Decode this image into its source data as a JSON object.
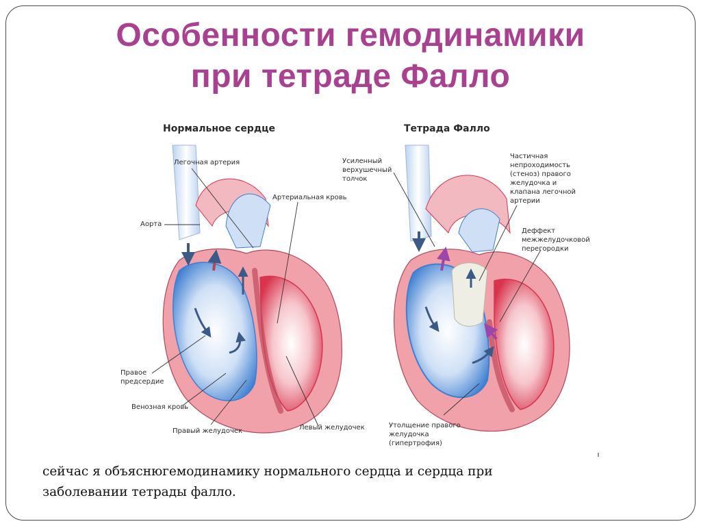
{
  "title": {
    "line1": "Особенности гемодинамики",
    "line2": "при тетраде Фалло"
  },
  "panels": {
    "normal": {
      "heading": "Нормальное сердце",
      "labels": {
        "pulmonary_artery": "Легочная артерия",
        "arterial_blood": "Артериальная кровь",
        "aorta": "Аорта",
        "right_atrium": [
          "Правое",
          "предсердие"
        ],
        "venous_blood": "Венозная кровь",
        "right_ventricle": "Правый желудочек",
        "left_ventricle": "Левый желудочек"
      }
    },
    "tetralogy": {
      "heading": "Тетрада Фалло",
      "labels": {
        "apical_impulse": [
          "Усиленный",
          "верхушечный",
          "толчок"
        ],
        "stenosis": [
          "Частичная",
          "непроходимость",
          "(стеноз) правого",
          "желудочка и",
          "клапана легочной",
          "артерии"
        ],
        "septal_defect": [
          "Деффект",
          "межжелудочковой",
          "перегородки"
        ],
        "hypertrophy": [
          "Утолщение правого",
          "желудочка",
          "(гипертрофия)"
        ]
      }
    }
  },
  "caption": {
    "line1": "сейчас я объяснюгемодинамику нормального сердца и сердца при",
    "line2": "заболевании тетрады фалло."
  },
  "colors": {
    "title": "#a8418f",
    "venous_blue": "#3f7fd0",
    "arterial_red": "#d8344e",
    "muscle_pink": "#f1a1a9",
    "arrow_dark": "#3b5a86",
    "arrow_purple": "#9b46a8"
  }
}
